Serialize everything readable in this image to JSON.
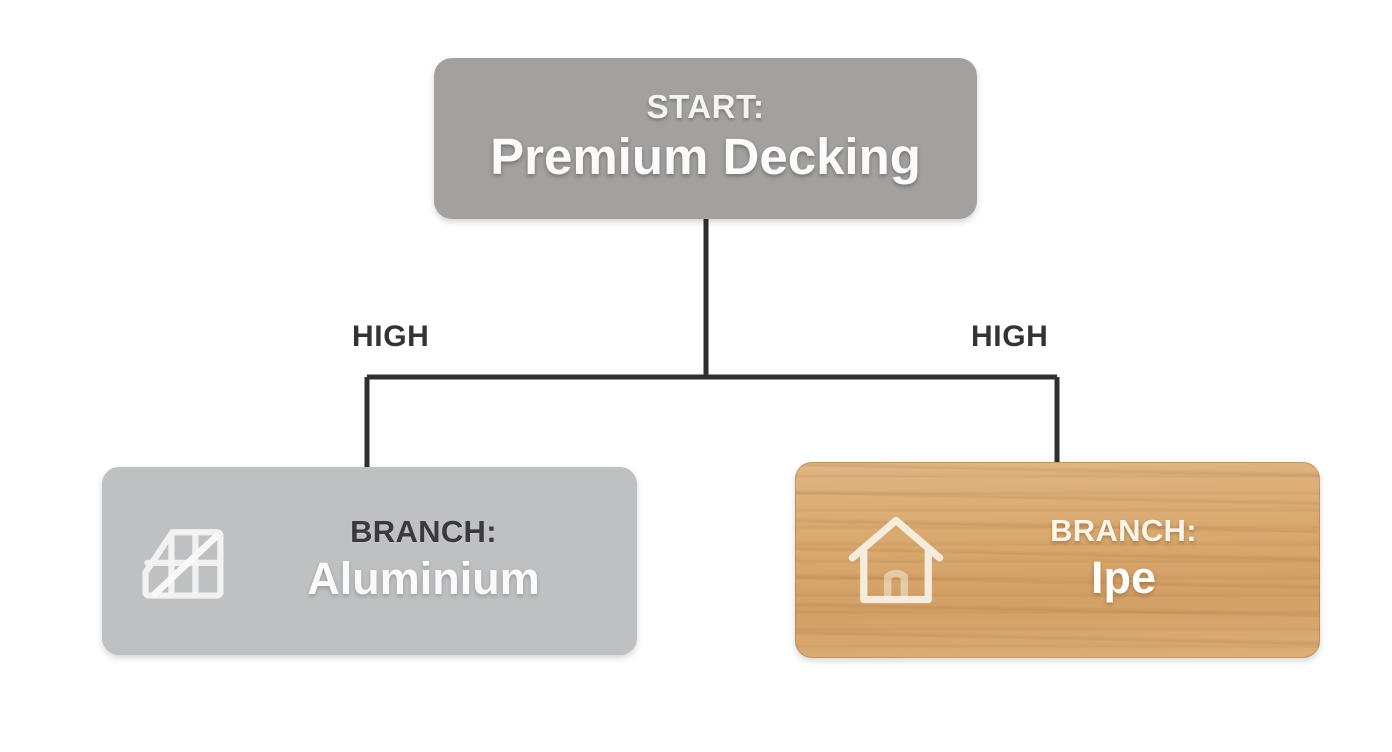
{
  "diagram": {
    "type": "decision-tree",
    "orientation": "top-down",
    "background_color": "#ffffff",
    "connector_color": "#2f2f31",
    "root": {
      "id": "root",
      "kicker": "START:",
      "title": "Premium Decking",
      "background_color": "#a3a09e",
      "text_color": "#fbfbfb"
    },
    "branches": [
      {
        "id": "left",
        "edge_label": "HIGH",
        "kicker": "BRANCH:",
        "title": "Aluminium",
        "icon": "roof-window-icon",
        "background_color": "#bfc0c2",
        "kicker_color": "#3a3a3c",
        "title_color": "#fafafa"
      },
      {
        "id": "right",
        "edge_label": "HIGH",
        "kicker": "BRANCH:",
        "title": "Ipe",
        "icon": "house-icon",
        "background_color": "#d9a96e",
        "kicker_color": "#fbf4e9",
        "title_color": "#fffdf9"
      }
    ]
  }
}
